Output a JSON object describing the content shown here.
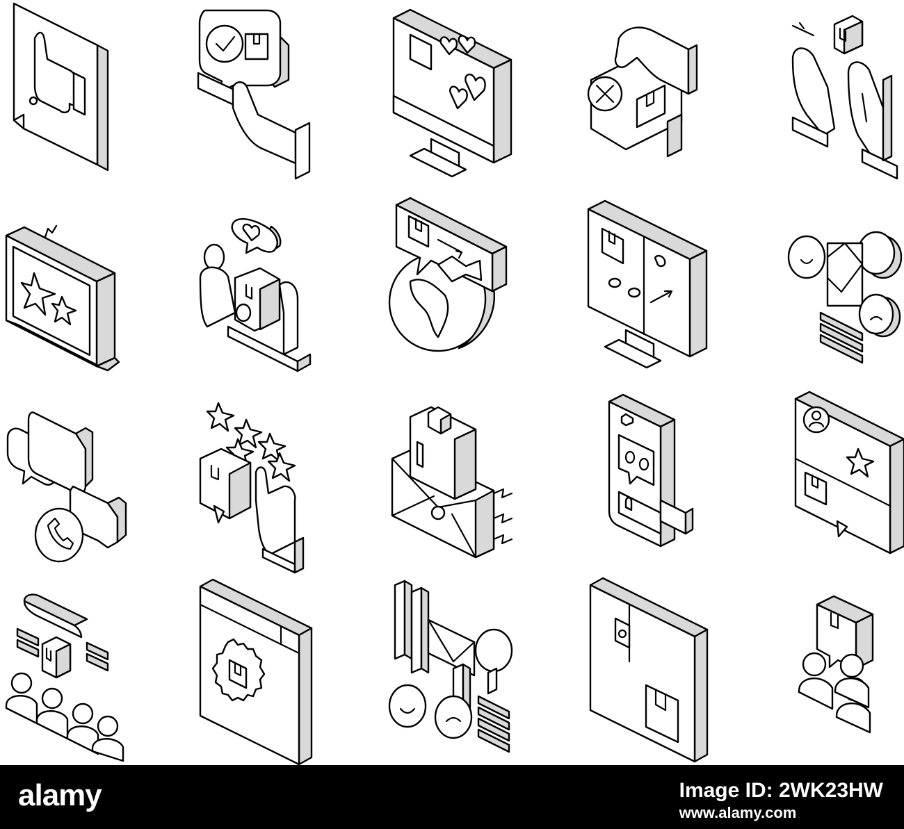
{
  "watermark": "alamy",
  "footer": {
    "logo": "alamy",
    "image_id_label": "Image ID: 2WK23HW",
    "site": "www.alamy.com"
  },
  "icons": [
    {
      "name": "thumbs-up-document-icon"
    },
    {
      "name": "hand-holding-package-approved-icon"
    },
    {
      "name": "monitor-package-hearts-icon"
    },
    {
      "name": "hand-package-rejected-icon"
    },
    {
      "name": "hands-delivering-package-icon"
    },
    {
      "name": "laptop-star-rating-icon"
    },
    {
      "name": "courier-holding-box-heart-icon"
    },
    {
      "name": "globe-delivery-chat-icon"
    },
    {
      "name": "monitor-package-analytics-icon"
    },
    {
      "name": "emoji-feedback-circles-icon"
    },
    {
      "name": "phone-support-chat-icon"
    },
    {
      "name": "hand-rating-stars-package-icon"
    },
    {
      "name": "envelope-package-icon"
    },
    {
      "name": "smartphone-chat-review-icon"
    },
    {
      "name": "card-customer-star-review-icon"
    },
    {
      "name": "group-customers-package-icon"
    },
    {
      "name": "browser-package-settings-icon"
    },
    {
      "name": "chart-emoji-feedback-icon"
    },
    {
      "name": "package-shipping-document-icon"
    },
    {
      "name": "customers-package-icon"
    }
  ]
}
